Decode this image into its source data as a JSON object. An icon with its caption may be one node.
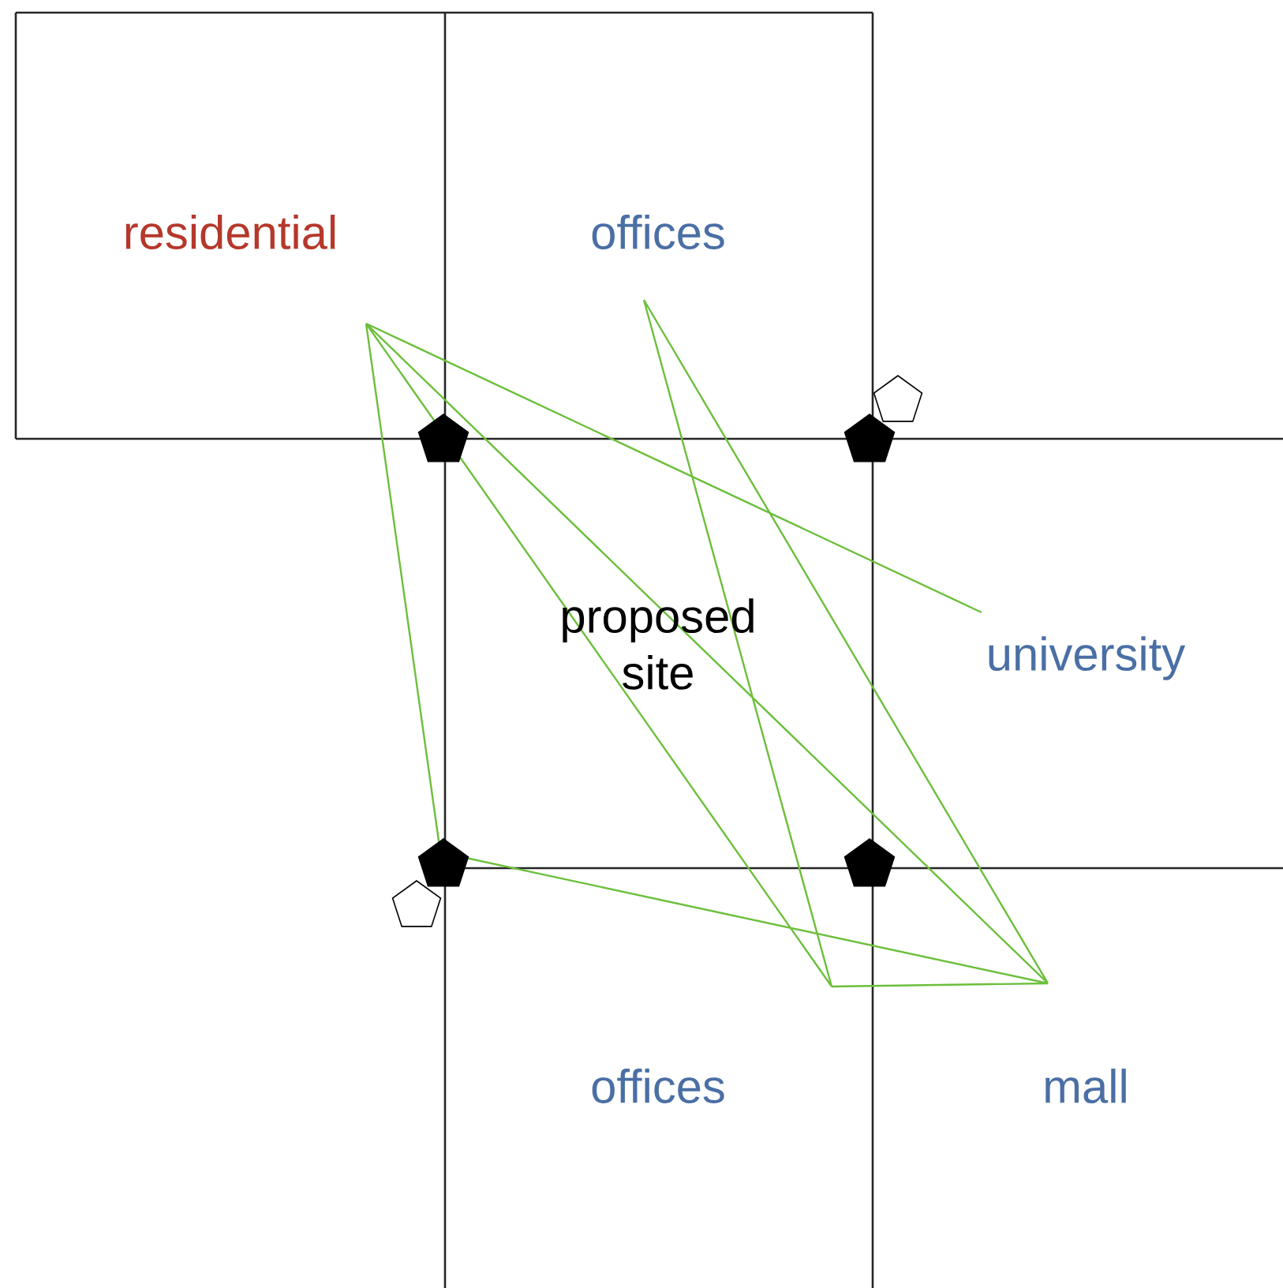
{
  "diagram": {
    "labels": [
      "residential",
      "offices",
      "proposed site",
      "university",
      "offices",
      "mall"
    ]
  }
}
